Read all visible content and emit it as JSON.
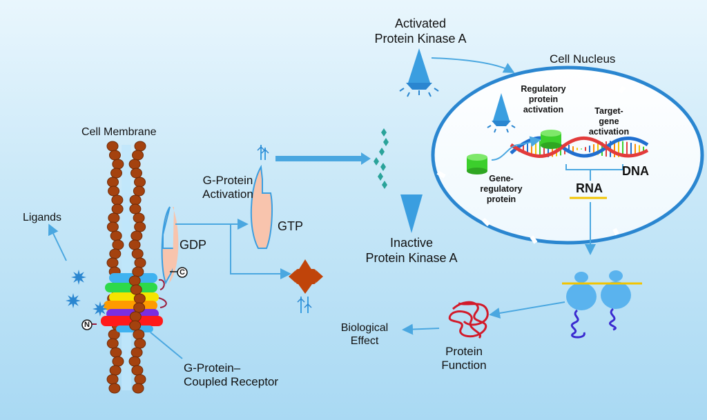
{
  "labels": {
    "activated_pka": [
      "Activated",
      "Protein Kinase A"
    ],
    "cell_nucleus": "Cell Nucleus",
    "regulatory_protein_activation": [
      "Regulatory",
      "protein",
      "activation"
    ],
    "target_gene_activation": [
      "Target-",
      "gene",
      "activation"
    ],
    "dna": "DNA",
    "gene_regulatory_protein": [
      "Gene-",
      "regulatory",
      "protein"
    ],
    "rna": "RNA",
    "cell_membrane": "Cell Membrane",
    "g_protein_activation": [
      "G-Protein",
      "Activation"
    ],
    "gtp": "GTP",
    "gdp": "GDP",
    "ligands": "Ligands",
    "inactive_pka": [
      "Inactive",
      "Protein Kinase A"
    ],
    "biological_effect": [
      "Biological",
      "Effect"
    ],
    "protein_function": [
      "Protein",
      "Function"
    ],
    "gpcr": [
      "G-Protein–",
      "Coupled Receptor"
    ],
    "c_terminus": "C",
    "n_terminus": "N"
  }
}
